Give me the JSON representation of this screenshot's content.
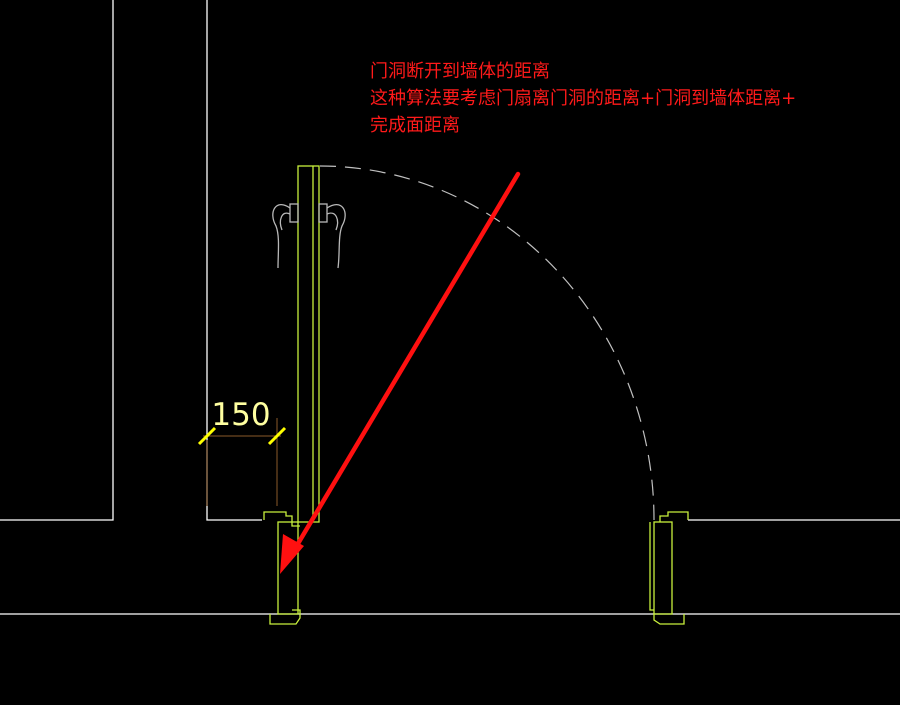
{
  "annotation": {
    "line1": "门洞断开到墙体的距离",
    "line2": "这种算法要考虑门扇离门洞的距离+门洞到墙体距离+",
    "line3": "完成面距离"
  },
  "dimension": {
    "value": "150"
  },
  "colors": {
    "background": "#000000",
    "wall": "#ffffff",
    "door": "#c8f03c",
    "dimension_text": "#ffffa0",
    "dimension_tick": "#ffff00",
    "extension_line": "#8a5a2a",
    "swing_arc": "#c0c0c0",
    "annotation": "#ff1a1a",
    "arrow": "#ff1010"
  }
}
